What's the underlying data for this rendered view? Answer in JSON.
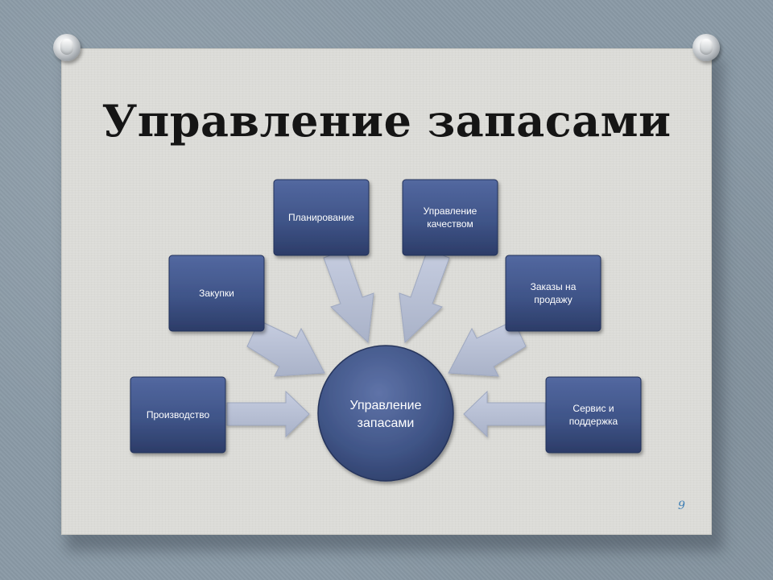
{
  "title": "Управление запасами",
  "page_number": "9",
  "center": {
    "line1": "Управление",
    "line2": "запасами"
  },
  "nodes": {
    "proizvodstvo": {
      "line1": "Производство"
    },
    "zakupki": {
      "line1": "Закупки"
    },
    "planirovanie": {
      "line1": "Планирование"
    },
    "kachestvo": {
      "line1": "Управление",
      "line2": "качеством"
    },
    "zakazy": {
      "line1": "Заказы на",
      "line2": "продажу"
    },
    "servis": {
      "line1": "Сервис и",
      "line2": "поддержка"
    }
  },
  "colors": {
    "node_fill": "#3f5488",
    "arrow_fill": "#b8c0d3",
    "slide_bg": "#dcdcd8"
  }
}
